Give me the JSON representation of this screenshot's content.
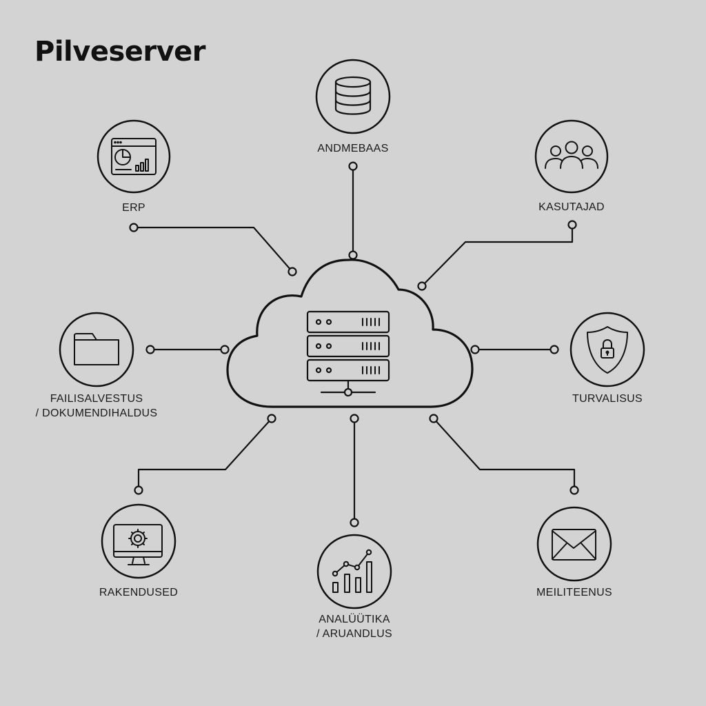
{
  "title": "Pilveserver",
  "center": {
    "name": "cloud-server"
  },
  "nodes": {
    "andmebaas": {
      "lines": [
        "ANDMEBAAS"
      ],
      "icon": "database-icon"
    },
    "erp": {
      "lines": [
        "ERP"
      ],
      "icon": "dashboard-window-icon"
    },
    "kasutajad": {
      "lines": [
        "KASUTAJAD"
      ],
      "icon": "users-icon"
    },
    "failisalvestus": {
      "lines": [
        "FAILISALVESTUS",
        "/ DOKUMENDIHALDUS"
      ],
      "icon": "folder-icon"
    },
    "turvalisus": {
      "lines": [
        "TURVALISUS"
      ],
      "icon": "shield-lock-icon"
    },
    "rakendused": {
      "lines": [
        "RAKENDUSED"
      ],
      "icon": "monitor-gear-icon"
    },
    "analuutika": {
      "lines": [
        "ANALÜÜTIKA",
        "/ ARUANDLUS"
      ],
      "icon": "bar-chart-icon"
    },
    "meiliteenus": {
      "lines": [
        "MEILITEENUS"
      ],
      "icon": "envelope-icon"
    }
  },
  "colors": {
    "background": "#d3d3d3",
    "stroke": "#111111"
  }
}
